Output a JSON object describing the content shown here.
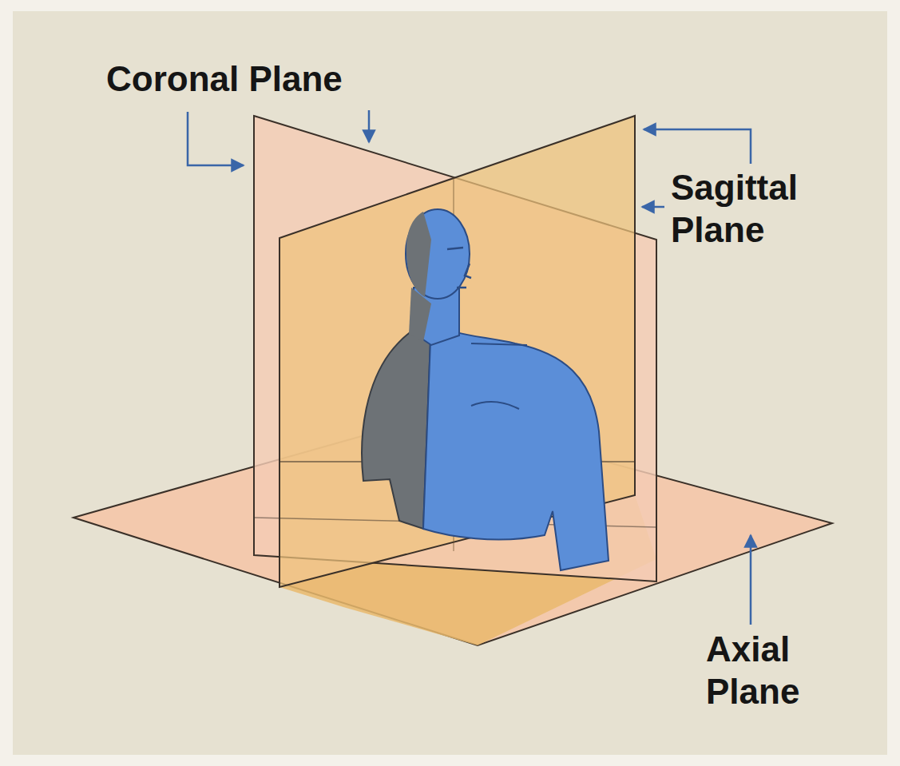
{
  "diagram": {
    "labels": [
      "Coronal Plane",
      "Sagittal Plane",
      "Axial Plane"
    ]
  }
}
